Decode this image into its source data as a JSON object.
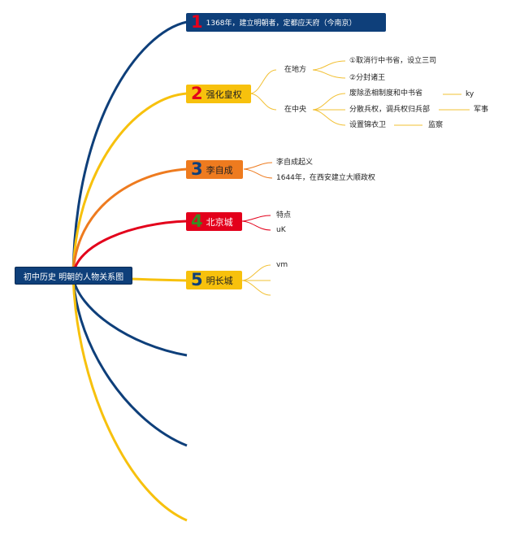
{
  "colors": {
    "navy": "#0e3f7a",
    "yellow": "#f7c10d",
    "orange": "#ee7b1f",
    "red": "#e3001b",
    "green": "#3a8a23",
    "sub_line": "#f2c033"
  },
  "root": {
    "label": "初中历史 明朝的人物关系图"
  },
  "branches": [
    {
      "num": "1",
      "label": "1368年，建立明朝者，定都应天府（今南京）",
      "num_color": "#e3001b"
    },
    {
      "num": "2",
      "label": "强化皇权",
      "num_color": "#e3001b"
    },
    {
      "num": "3",
      "label": "李自成",
      "num_color": "#0e3f7a"
    },
    {
      "num": "4",
      "label": "北京城",
      "num_color": "#3a8a23"
    },
    {
      "num": "5",
      "label": "明长城",
      "num_color": "#0e3f7a"
    }
  ],
  "b2": {
    "local": "在地方",
    "local_items": [
      "①取消行中书省，设立三司",
      "②分封诸王"
    ],
    "central": "在中央",
    "central_items": [
      {
        "text": "废除丞相制度和中书省",
        "note": "ky"
      },
      {
        "text": "分散兵权，调兵权归兵部",
        "note": "军事"
      },
      {
        "text": "设置锦衣卫",
        "note": "监察"
      }
    ]
  },
  "b3_items": [
    "李自成起义",
    "1644年，在西安建立大顺政权"
  ],
  "b4_items": [
    "特点",
    "uK"
  ],
  "b5_items": [
    "vm"
  ]
}
